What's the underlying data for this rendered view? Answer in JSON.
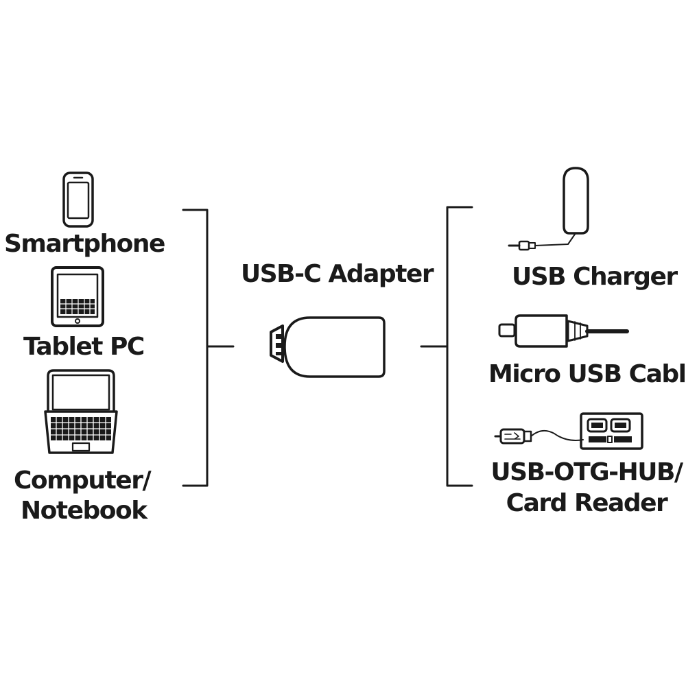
{
  "colors": {
    "ink": "#1a1a1a",
    "paper": "#ffffff"
  },
  "left_devices": [
    {
      "icon": "smartphone-icon",
      "label": "Smartphone"
    },
    {
      "icon": "tablet-icon",
      "label": "Tablet PC"
    },
    {
      "icon": "laptop-icon",
      "label_line1": "Computer/",
      "label_line2": "Notebook"
    }
  ],
  "center": {
    "icon": "usb-c-adapter-icon",
    "label": "USB-C Adapter"
  },
  "right_devices": [
    {
      "icon": "usb-charger-icon",
      "label": "USB Charger"
    },
    {
      "icon": "micro-usb-cable-icon",
      "label": "Micro USB Cable"
    },
    {
      "icon": "otg-hub-card-reader-icon",
      "label_line1": "USB-OTG-HUB/",
      "label_line2": "Card Reader"
    }
  ]
}
